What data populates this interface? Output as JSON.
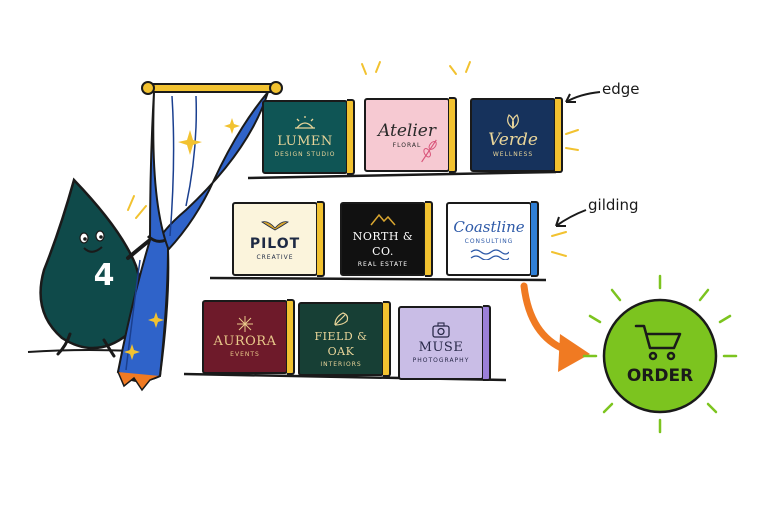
{
  "mascot": {
    "number": "4"
  },
  "annotations": {
    "edge": "edge",
    "gilding": "gilding"
  },
  "order_button": {
    "label": "ORDER"
  },
  "colors": {
    "gilding": "#f2c230",
    "curtain": "#2f63c9",
    "mascot": "#0f4a4a",
    "order_badge": "#7cc41f",
    "arrow": "#f07a22"
  },
  "shelves": [
    {
      "cards": [
        {
          "name": "LUMEN",
          "sub": "DESIGN STUDIO",
          "icon": "sun-rays-icon",
          "bg": "#0f5555",
          "fg": "#e9d59a",
          "edge": "#f2c230"
        },
        {
          "name": "Atelier",
          "sub": "FLORAL",
          "icon": "floral-sprig-icon",
          "bg": "#f6c9d2",
          "fg": "#2a2a2a",
          "edge": "#f2c230"
        },
        {
          "name": "Verde",
          "sub": "WELLNESS",
          "icon": "leaf-icon",
          "bg": "#16325c",
          "fg": "#e9d59a",
          "edge": "#f2c230"
        }
      ]
    },
    {
      "cards": [
        {
          "name": "PILOT",
          "sub": "CREATIVE",
          "icon": "wings-icon",
          "bg": "#fbf4dc",
          "fg": "#1e2a44",
          "edge": "#f2c230"
        },
        {
          "name": "NORTH & CO.",
          "sub": "REAL ESTATE",
          "icon": "mountain-icon",
          "bg": "#111111",
          "fg": "#ffffff",
          "edge": "#f2c230"
        },
        {
          "name": "Coastline",
          "sub": "CONSULTING",
          "icon": "waves-icon",
          "bg": "#ffffff",
          "fg": "#2e5aa8",
          "edge": "#2f7fd6"
        }
      ]
    },
    {
      "cards": [
        {
          "name": "AURORA",
          "sub": "EVENTS",
          "icon": "sparkle-icon",
          "bg": "#6e1a2a",
          "fg": "#e9c98a",
          "edge": "#f2c230"
        },
        {
          "name": "FIELD & OAK",
          "sub": "INTERIORS",
          "icon": "oak-leaf-icon",
          "bg": "#173f35",
          "fg": "#e9d59a",
          "edge": "#f2c230"
        },
        {
          "name": "MUSE",
          "sub": "PHOTOGRAPHY",
          "icon": "camera-icon",
          "bg": "#c9bde6",
          "fg": "#2a2a4a",
          "edge": "#9b7fd8"
        }
      ]
    }
  ]
}
